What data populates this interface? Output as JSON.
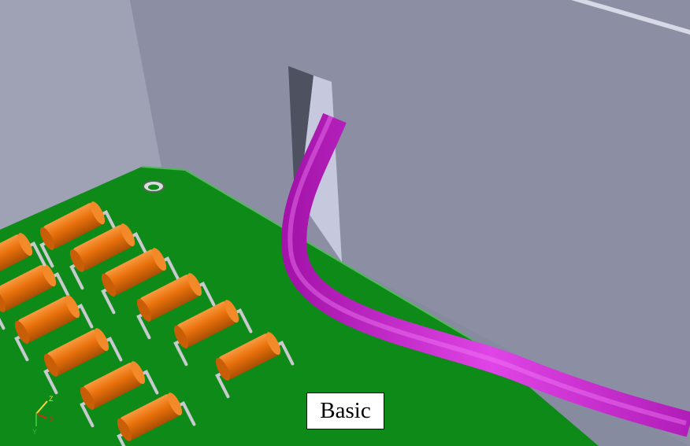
{
  "view_label": "Basic",
  "axes": {
    "z": "Z",
    "x": "X",
    "y": "Y"
  },
  "colors": {
    "background": "#878ba0",
    "wall": "#8e91a4",
    "board": "#0f8a1a",
    "resistor_body": "#e8700b",
    "lead": "#c8cacf",
    "cable": "#d02ed4",
    "slot": "#c4c7dc",
    "axis_x": "#d82a18",
    "axis_y": "#36c035",
    "axis_z": "#ffd43a"
  },
  "icons": [
    "axis-triad-icon"
  ]
}
